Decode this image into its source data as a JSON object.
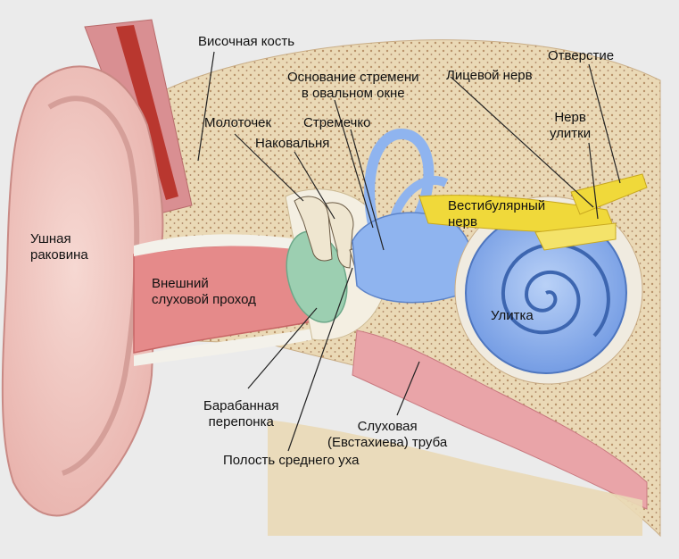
{
  "labels": {
    "temporal_bone": "Височная кость",
    "stapes_base": "Основание стремени\nв овальном окне",
    "facial_nerve": "Лицевой нерв",
    "opening": "Отверстие",
    "malleus": "Молоточек",
    "stapes": "Стремечко",
    "incus": "Наковальня",
    "cochlear_nerve": "Нерв\nулитки",
    "vestibular_nerve": "Вестибулярный\nнерв",
    "auricle": "Ушная\nраковина",
    "ear_canal": "Внешний\nслуховой проход",
    "cochlea": "Улитка",
    "eardrum": "Барабанная\nперепонка",
    "eustachian_tube": "Слуховая\n(Евстахиева) труба",
    "middle_ear_cavity": "Полость среднего уха"
  },
  "colors": {
    "background": "#ebebeb",
    "skin": "#f2c9c4",
    "canal": "#e58a8a",
    "bone": "#ead9b6",
    "cochlea": "#8fb4ef",
    "eardrum": "#9ccfb1",
    "nerve": "#f0d93a"
  }
}
